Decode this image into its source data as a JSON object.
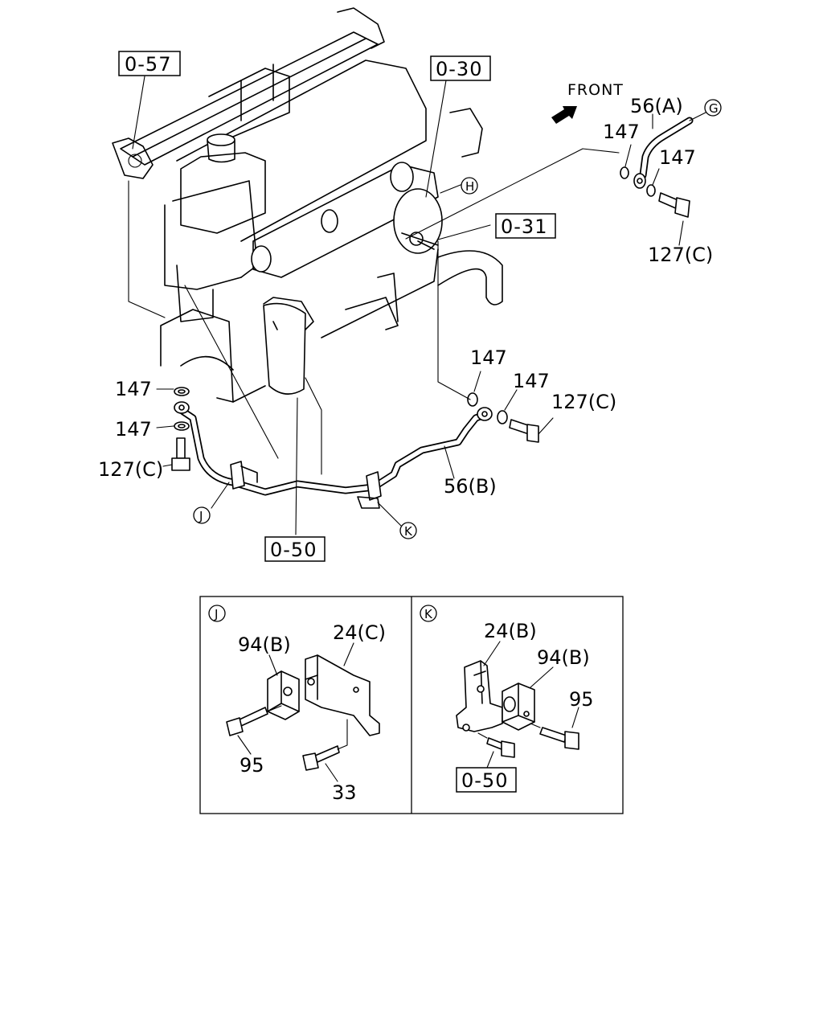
{
  "front_label": "FRONT",
  "refs": {
    "r057": "0-57",
    "r030": "0-30",
    "r031": "0-31",
    "r050": "0-50",
    "r050_inset": "0-50"
  },
  "parts": {
    "p56a": "56(A)",
    "p56b": "56(B)",
    "p147_a": "147",
    "p147_b": "147",
    "p147_c": "147",
    "p147_d": "147",
    "p147_e": "147",
    "p147_f": "147",
    "p127c_a": "127(C)",
    "p127c_b": "127(C)",
    "p127c_c": "127(C)"
  },
  "callouts": {
    "g": "G",
    "h": "H",
    "j": "J",
    "k": "K"
  },
  "inset_j": {
    "letter": "J",
    "p94b": "94(B)",
    "p24c": "24(C)",
    "p95": "95",
    "p33": "33"
  },
  "inset_k": {
    "letter": "K",
    "p24b": "24(B)",
    "p94b": "94(B)",
    "p95": "95"
  }
}
